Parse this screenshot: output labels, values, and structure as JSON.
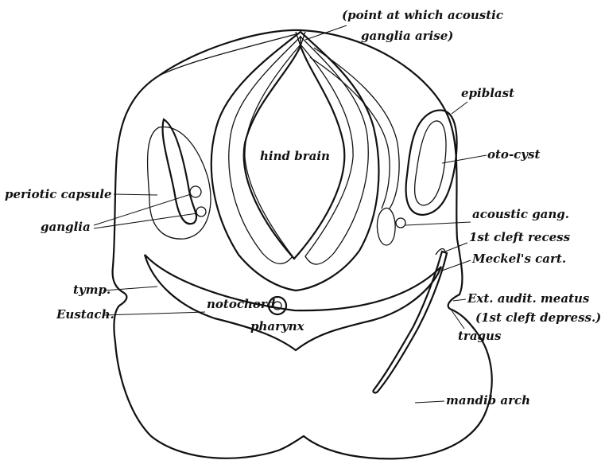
{
  "figure": {
    "labels": {
      "point_acoustic_line1": "(point at which acoustic",
      "point_acoustic_line2": "ganglia arise)",
      "epiblast": "epiblast",
      "hind_brain": "hind brain",
      "oto_cyst": "oto-cyst",
      "periotic_capsule": "periotic capsule",
      "ganglia": "ganglia",
      "acoustic_gang": "acoustic gang.",
      "first_cleft_recess": "1st cleft recess",
      "meckels_cart": "Meckel's cart.",
      "tymp": "tymp.",
      "notochord": "notochord",
      "ext_audit_meatus": "Ext. audit. meatus",
      "first_cleft_depress": "(1st cleft depress.)",
      "eustach": "Eustach.",
      "pharynx": "pharynx",
      "tragus": "tragus",
      "mandib_arch": "mandib arch"
    }
  }
}
